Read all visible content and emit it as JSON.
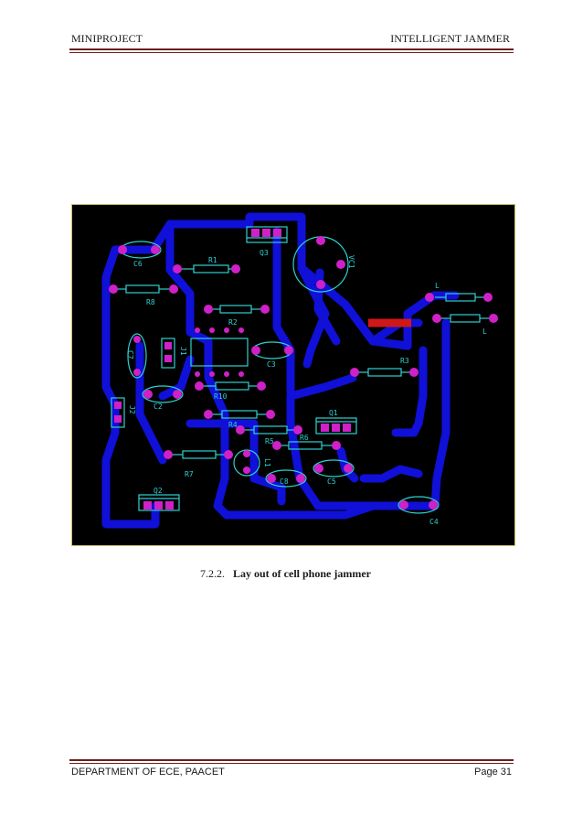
{
  "header": {
    "left": "MINIPROJECT",
    "right": "INTELLIGENT JAMMER"
  },
  "figure": {
    "labels": {
      "c6": "C6",
      "r1": "R1",
      "q3": "Q3",
      "vc1": "VC1",
      "r8": "R8",
      "r2": "R2",
      "l_a": "L",
      "l_b": "L",
      "c7": "C7",
      "j1": "J1",
      "c3": "C3",
      "r3": "R3",
      "c2": "C2",
      "r10": "R10",
      "j2": "J2",
      "r4": "R4",
      "q1": "Q1",
      "r5": "R5",
      "r6": "R6",
      "r7": "R7",
      "l1": "L1",
      "c8": "C8",
      "c5": "C5",
      "q2": "Q2",
      "c4": "C4"
    },
    "colors": {
      "board": "#000000",
      "trace": "#1010d8",
      "pad": "#d020c8",
      "silk": "#2fd0d0",
      "bridge": "#d01818",
      "frame": "#c9c060"
    }
  },
  "caption": {
    "number": "7.2.2.",
    "text": "Lay out of cell phone jammer"
  },
  "footer": {
    "left": "DEPARTMENT OF ECE, PAACET",
    "right": "Page 31"
  }
}
